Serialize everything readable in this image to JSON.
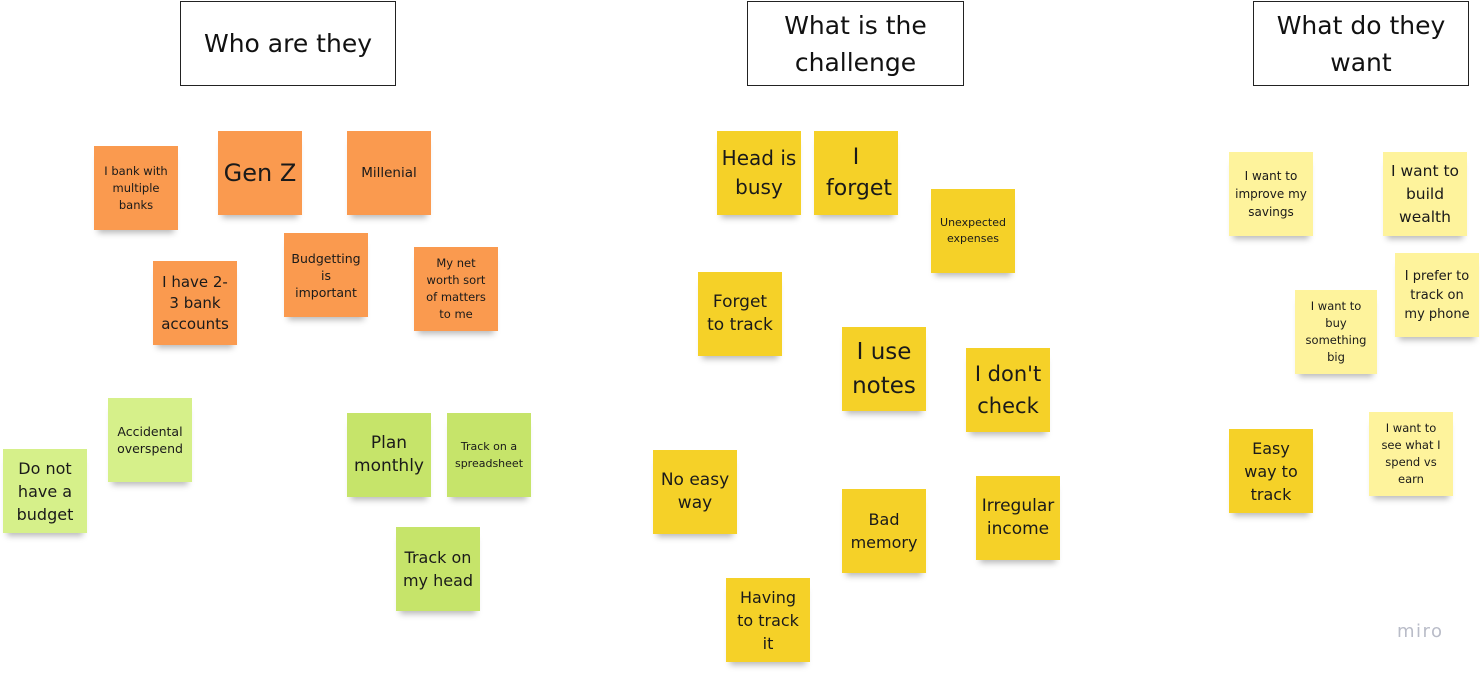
{
  "headers": {
    "who": "Who are they",
    "challenge": "What is the challenge",
    "want": "What do they want"
  },
  "notes": {
    "bank_multiple": "I bank with multiple banks",
    "gen_z": "Gen Z",
    "millenial": "Millenial",
    "bank_accounts": "I have 2-3 bank accounts",
    "budgetting": "Budgetting is important",
    "net_worth": "My net worth sort of matters to me",
    "accidental": "Accidental overspend",
    "no_budget": "Do not have a budget",
    "plan_monthly": "Plan monthly",
    "spreadsheet": "Track on a spreadsheet",
    "track_head": "Track on my head",
    "head_busy": "Head is busy",
    "i_forget": "I forget",
    "unexpected": "Unexpected expenses",
    "forget_track": "Forget to track",
    "use_notes": "I use notes",
    "dont_check": "I don't check",
    "no_easy": "No easy way",
    "bad_memory": "Bad memory",
    "irregular": "Irregular income",
    "having_track": "Having to track it",
    "improve_savings": "I want to improve my savings",
    "build_wealth": "I want to build wealth",
    "track_phone": "I prefer to track on my phone",
    "buy_big": "I want to buy something big",
    "easy_track": "Easy way to track",
    "spend_earn": "I want to see what I spend vs earn"
  },
  "branding": {
    "logo": "miro"
  },
  "colors": {
    "orange": "#fa9a4f",
    "lime": "#c6e46a",
    "light_green": "#d6f08a",
    "yellow": "#f5d128",
    "pale_yellow": "#fef39c"
  }
}
